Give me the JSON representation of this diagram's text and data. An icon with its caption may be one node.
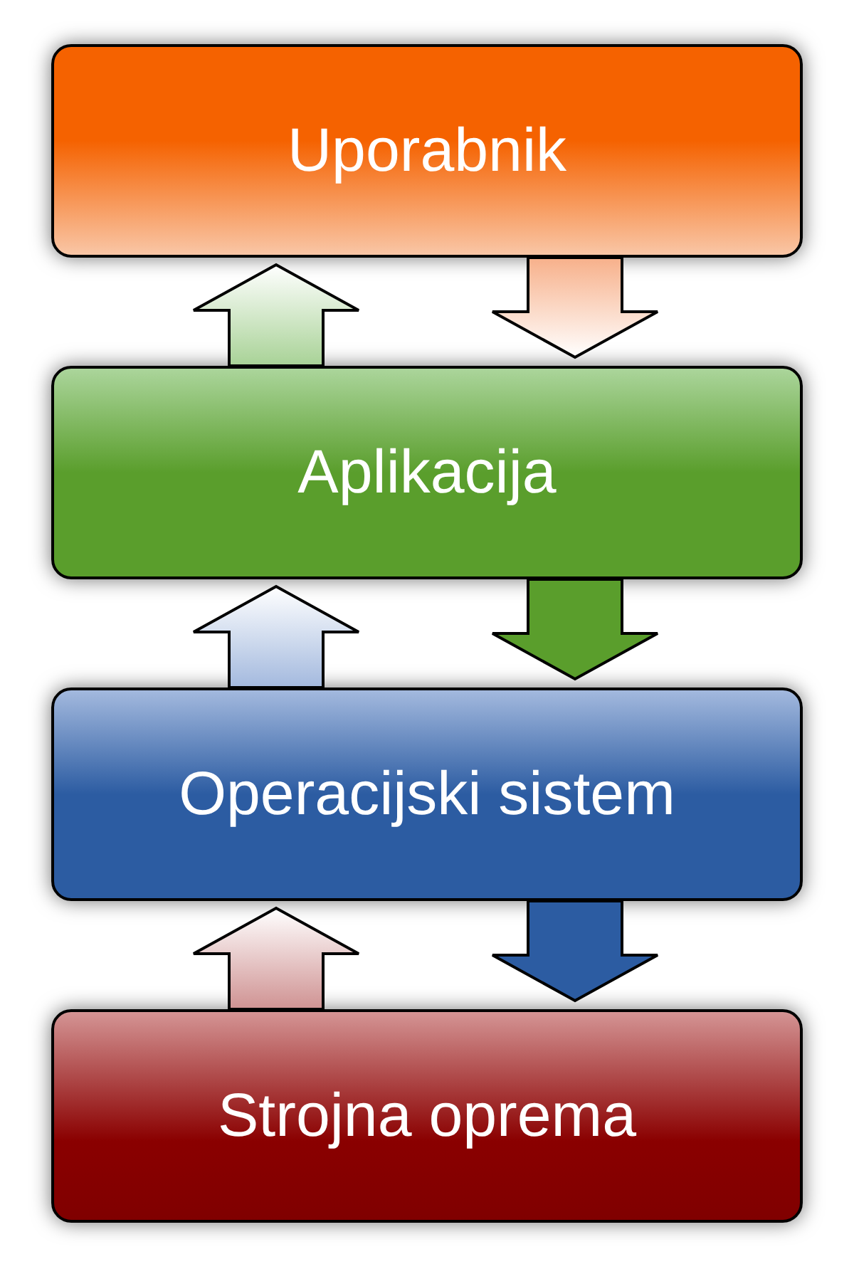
{
  "diagram": {
    "nodes": [
      {
        "text": [
          "Uporabnik"
        ]
      },
      {
        "text": [
          "Aplikacija"
        ]
      },
      {
        "text": [
          "Operacijski sistem"
        ]
      },
      {
        "text": [
          "Strojna oprema"
        ]
      }
    ],
    "edges": [
      {
        "from": 0,
        "to": 1,
        "arrow": "to",
        "color": "#f7b08a"
      },
      {
        "from": 1,
        "to": 0,
        "arrow": "to",
        "color": "#a8d296"
      },
      {
        "from": 1,
        "to": 2,
        "arrow": "to",
        "color": "#5a9e2c"
      },
      {
        "from": 2,
        "to": 1,
        "arrow": "to",
        "color": "#a3b9de"
      },
      {
        "from": 2,
        "to": 3,
        "arrow": "to",
        "color": "#2c5ca2"
      },
      {
        "from": 3,
        "to": 2,
        "arrow": "to",
        "color": "#cf9292"
      }
    ]
  }
}
